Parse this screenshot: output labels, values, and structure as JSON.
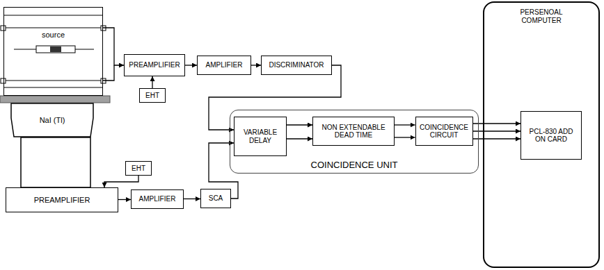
{
  "diagram": {
    "nodes": [
      {
        "text": [
          "source"
        ]
      },
      {
        "text": [
          "PREAMPLIFIER"
        ]
      },
      {
        "text": [
          "EHT"
        ]
      },
      {
        "text": [
          "AMPLIFIER"
        ]
      },
      {
        "text": [
          "DISCRIMINATOR"
        ]
      },
      {
        "text": [
          "NaI (Tl)"
        ]
      },
      {
        "text": [
          "PREAMPLIFIER"
        ]
      },
      {
        "text": [
          "EHT"
        ]
      },
      {
        "text": [
          "AMPLIFIER"
        ]
      },
      {
        "text": [
          "SCA"
        ]
      },
      {
        "text": [
          "COINCIDENCE UNIT"
        ]
      },
      {
        "text": [
          "VARIABLE DELAY"
        ],
        "in": 10
      },
      {
        "text": [
          "NON EXTENDABLE DEAD TIME"
        ],
        "in": 10
      },
      {
        "text": [
          "COINCIDENCE CIRCUIT"
        ],
        "in": 10
      },
      {
        "text": [
          "PERSENOAL COMPUTER"
        ]
      },
      {
        "text": [
          "PCL-830 ADD ON CARD"
        ],
        "in": 14
      }
    ],
    "edges": [
      {
        "from": 0,
        "to": 1,
        "arrow": "to"
      },
      {
        "from": 2,
        "to": 1,
        "arrow": "to"
      },
      {
        "from": 1,
        "to": 3,
        "arrow": "to"
      },
      {
        "from": 3,
        "to": 4,
        "arrow": "to"
      },
      {
        "from": 4,
        "to": 11,
        "arrow": "to"
      },
      {
        "from": 7,
        "to": 6,
        "arrow": "to"
      },
      {
        "from": 6,
        "to": 8,
        "arrow": "to"
      },
      {
        "from": 8,
        "to": 9,
        "arrow": "to"
      },
      {
        "from": 9,
        "to": 11,
        "arrow": "to"
      },
      {
        "from": 11,
        "to": 12,
        "arrow": "to"
      },
      {
        "from": 11,
        "to": 12,
        "arrow": "to"
      },
      {
        "from": 12,
        "to": 13,
        "arrow": "to"
      },
      {
        "from": 12,
        "to": 13,
        "arrow": "to"
      },
      {
        "from": 13,
        "to": 15,
        "arrow": "to"
      },
      {
        "from": 13,
        "to": 15,
        "arrow": "to"
      },
      {
        "from": 13,
        "to": 15,
        "arrow": "to"
      }
    ]
  }
}
